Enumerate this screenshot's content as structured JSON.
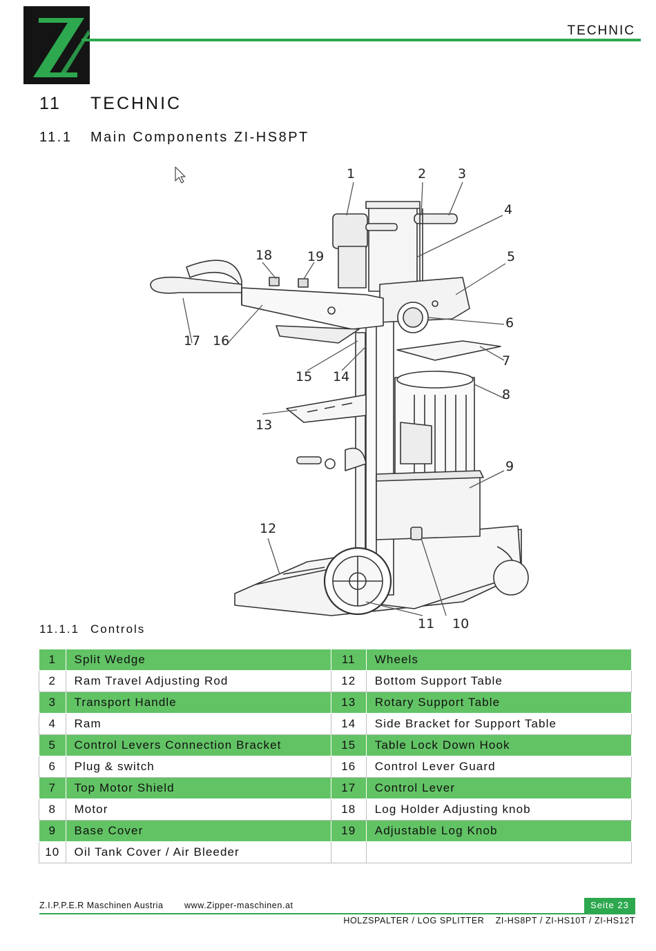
{
  "header": {
    "logo_letter": "Z",
    "section_label": "TECHNIC"
  },
  "heading1": {
    "number": "11",
    "title": "TECHNIC"
  },
  "heading2": {
    "number": "11.1",
    "title": "Main Components ZI-HS8PT"
  },
  "figure": {
    "callouts": [
      "1",
      "2",
      "3",
      "4",
      "5",
      "6",
      "7",
      "8",
      "9",
      "10",
      "11",
      "12",
      "13",
      "14",
      "15",
      "16",
      "17",
      "18",
      "19"
    ]
  },
  "heading3": {
    "number": "11.1.1",
    "title": "Controls"
  },
  "controls_table": [
    {
      "n1": "1",
      "l1": "Split Wedge",
      "n2": "11",
      "l2": "Wheels",
      "green": true
    },
    {
      "n1": "2",
      "l1": "Ram Travel Adjusting Rod",
      "n2": "12",
      "l2": "Bottom Support Table",
      "green": false
    },
    {
      "n1": "3",
      "l1": "Transport Handle",
      "n2": "13",
      "l2": "Rotary Support Table",
      "green": true
    },
    {
      "n1": "4",
      "l1": "Ram",
      "n2": "14",
      "l2": "Side Bracket for Support Table",
      "green": false
    },
    {
      "n1": "5",
      "l1": "Control Levers Connection Bracket",
      "n2": "15",
      "l2": "Table Lock Down Hook",
      "green": true
    },
    {
      "n1": "6",
      "l1": "Plug & switch",
      "n2": "16",
      "l2": "Control Lever Guard",
      "green": false
    },
    {
      "n1": "7",
      "l1": "Top Motor Shield",
      "n2": "17",
      "l2": "Control Lever",
      "green": true
    },
    {
      "n1": "8",
      "l1": "Motor",
      "n2": "18",
      "l2": "Log Holder Adjusting knob",
      "green": false
    },
    {
      "n1": "9",
      "l1": "Base Cover",
      "n2": "19",
      "l2": "Adjustable Log Knob",
      "green": true
    },
    {
      "n1": "10",
      "l1": "Oil Tank Cover / Air Bleeder",
      "n2": "",
      "l2": "",
      "green": false
    }
  ],
  "footer": {
    "company": "Z.I.P.P.E.R Maschinen Austria",
    "website": "www.Zipper-maschinen.at",
    "page": "Seite 23",
    "product": "HOLZSPALTER / LOG SPLITTER    ZI-HS8PT / ZI-HS10T / ZI-HS12T"
  },
  "colors": {
    "accent": "#2da84f",
    "row_green": "#62c365",
    "logo_bg": "#141414"
  }
}
